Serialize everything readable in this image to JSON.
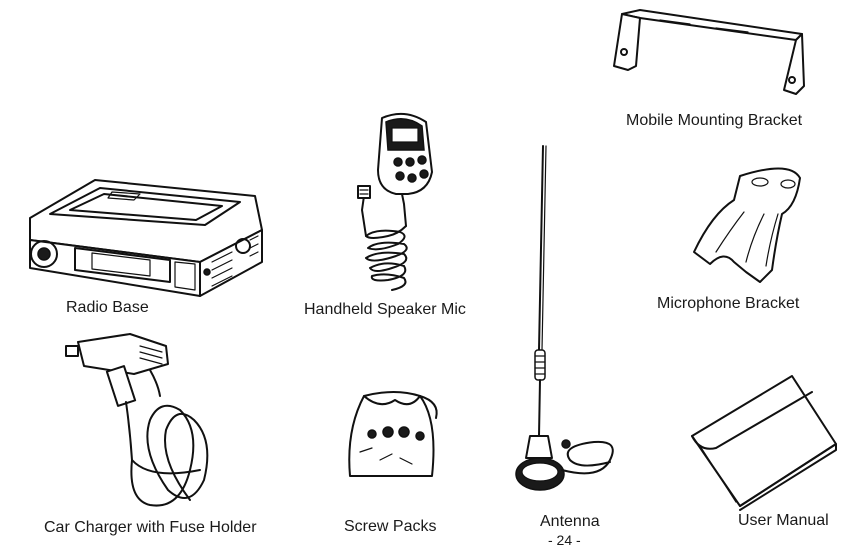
{
  "items": {
    "radio_base": {
      "label": "Radio Base",
      "icon": "radio-base-icon"
    },
    "speaker_mic": {
      "label": "Handheld Speaker Mic",
      "icon": "handheld-mic-icon"
    },
    "antenna": {
      "label": "Antenna",
      "icon": "antenna-icon"
    },
    "mounting_bracket": {
      "label": "Mobile Mounting Bracket",
      "icon": "mounting-bracket-icon"
    },
    "mic_bracket": {
      "label": "Microphone Bracket",
      "icon": "mic-bracket-icon"
    },
    "car_charger": {
      "label": "Car Charger with Fuse Holder",
      "icon": "car-charger-icon"
    },
    "screw_packs": {
      "label": "Screw Packs",
      "icon": "screw-pack-icon"
    },
    "user_manual": {
      "label": "User Manual",
      "icon": "user-manual-icon"
    }
  },
  "page_number": "- 24 -"
}
